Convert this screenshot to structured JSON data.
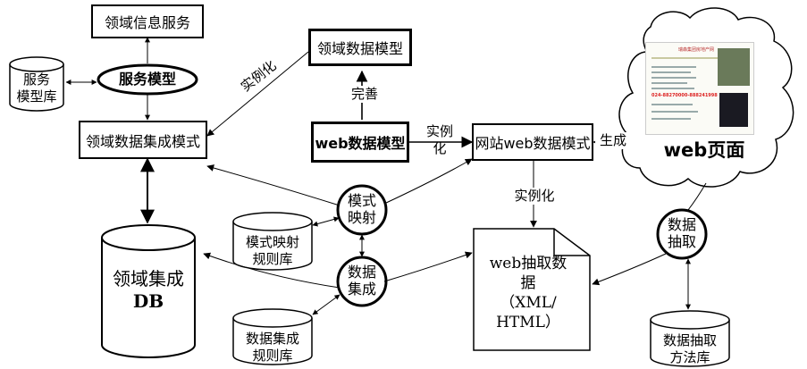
{
  "nodes": {
    "domain_info_service": "领域信息服务",
    "service_model": "服务模型",
    "service_model_lib_line1": "服务",
    "service_model_lib_line2": "模型库",
    "domain_data_model": "领域数据模型",
    "domain_integration_mode": "领域数据集成模式",
    "web_data_model": "web数据模型",
    "site_web_data_mode": "网站web数据模式",
    "web_page": "web页面",
    "mode_mapping_line1": "模式",
    "mode_mapping_line2": "映射",
    "mode_map_rules_line1": "模式映射",
    "mode_map_rules_line2": "规则库",
    "data_integration_line1": "数据",
    "data_integration_line2": "集成",
    "data_int_rules_line1": "数据集成",
    "data_int_rules_line2": "规则库",
    "domain_db_line1": "领域集成",
    "domain_db_line2": "DB",
    "web_extract_line1": "web抽取数",
    "web_extract_line2": "据",
    "web_extract_line3": "（XML/",
    "web_extract_line4": "HTML）",
    "data_extract_line1": "数据",
    "data_extract_line2": "抽取",
    "extract_method_line1": "数据抽取",
    "extract_method_line2": "方法库"
  },
  "edge_labels": {
    "instantiate_1": "实例化",
    "perfect": "完善",
    "instantiate_2_line1": "实例",
    "instantiate_2_line2": "化",
    "generate": "生成",
    "instantiate_3": "实例化"
  },
  "web_page_snippet": {
    "title": "瑞森集团房地产网",
    "phone": "024-88270000-888241998"
  }
}
